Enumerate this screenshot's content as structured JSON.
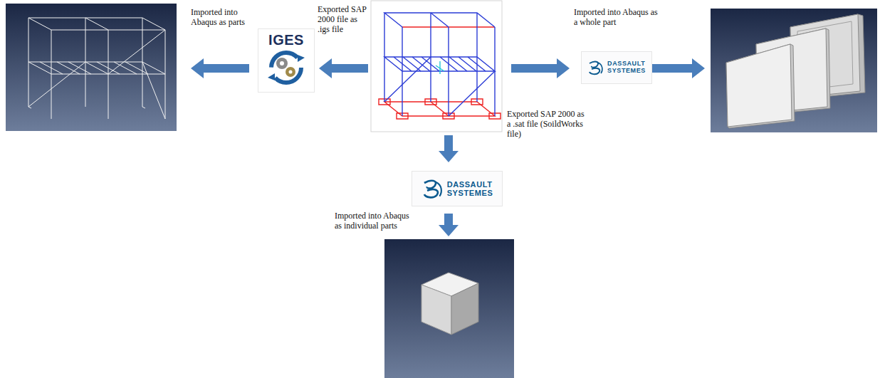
{
  "diagram": {
    "nodes": [
      {
        "text": [
          "IGES"
        ]
      },
      {
        "text": [
          "DASSAULT SYSTEMES"
        ]
      },
      {
        "text": [
          "DASSAULT SYSTEMES"
        ]
      }
    ],
    "labels": [
      "Imported into Abaqus as parts",
      "Exported SAP 2000 file as .igs file",
      "Imported into Abaqus as a whole part",
      "Exported SAP 2000 as a .sat file (SoildWorks file)",
      "Imported into Abaqus as individual parts"
    ]
  }
}
